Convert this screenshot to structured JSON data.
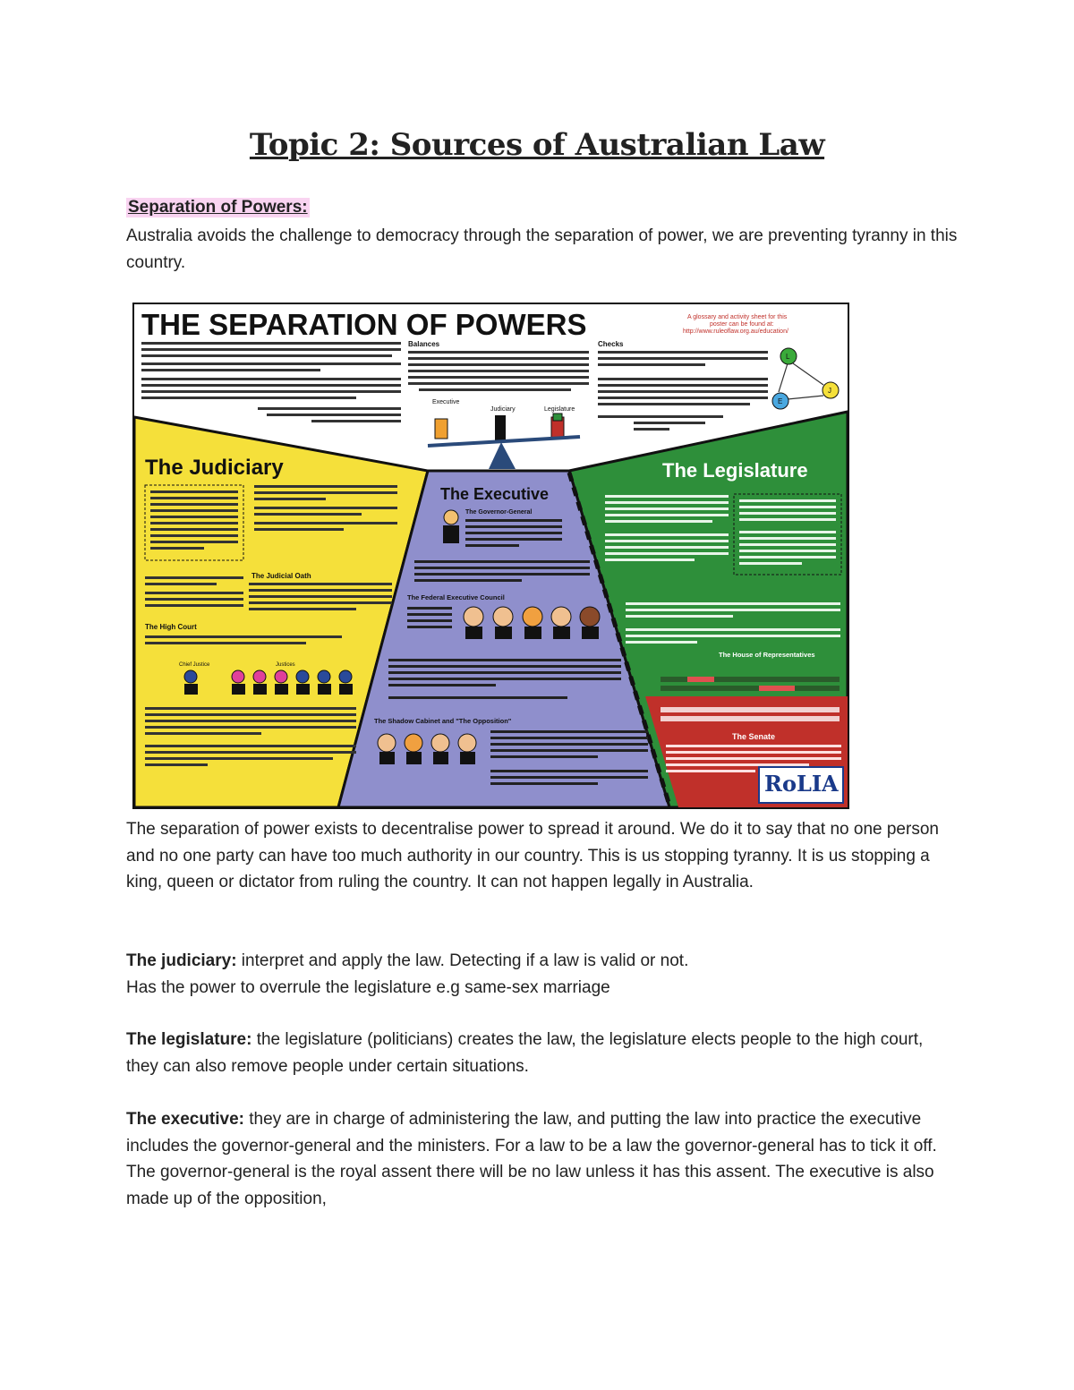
{
  "document": {
    "title": "Topic 2: Sources of Australian Law",
    "section_heading": "Separation of Powers:",
    "intro": "Australia avoids the challenge to democracy through the separation of power, we are preventing tyranny in this country.",
    "body": "The separation of power exists to decentralise power to spread it around. We do it to say that no one person and no one party can have too much authority in our country. This is us stopping tyranny. It is us stopping a king, queen or dictator from ruling the country. It can not happen legally in Australia.",
    "judiciary_label": "The judiciary:",
    "judiciary_text": " interpret and apply the law. Detecting if a law is valid or not.",
    "judiciary_text2": "Has the power to overrule the legislature e.g same-sex marriage",
    "legislature_label": "The legislature:",
    "legislature_text": " the legislature (politicians) creates the law, the legislature elects people to the high court, they can also remove people under certain situations.",
    "executive_label": "The executive:",
    "executive_text": "  they are in charge of administering the law, and putting the law into practice the executive includes the governor-general and the ministers. For a law to be a law the governor-general has to tick it off. The governor-general is the royal assent there will be no law unless it has this assent. The executive is also made up of the opposition,"
  },
  "poster": {
    "title": "THE SEPARATION OF POWERS",
    "judiciary_heading": "The Judiciary",
    "executive_heading": "The Executive",
    "legislature_heading": "The Legislature",
    "balances_heading": "Balances",
    "checks_heading": "Checks",
    "executive_small": "Executive",
    "judiciary_small": "Judiciary",
    "legislature_small": "Legislature",
    "governor_general": "The Governor-General",
    "federal_council": "The Federal Executive Council",
    "shadow_cabinet": "The Shadow Cabinet and \"The Opposition\"",
    "judicial_oath": "The Judicial Oath",
    "high_court": "The High Court",
    "chief_justice": "Chief Justice",
    "justices": "Justices",
    "house_of_reps": "The House of Representatives",
    "senate": "The Senate",
    "logo": "RoLIA",
    "cycle_nodes": [
      "L",
      "J",
      "E"
    ],
    "colors": {
      "judiciary": "#f5e03a",
      "executive": "#8f8fcc",
      "legislature": "#2e8f3a",
      "senate": "#c0302a",
      "rolia": "#1a3a8a"
    }
  }
}
